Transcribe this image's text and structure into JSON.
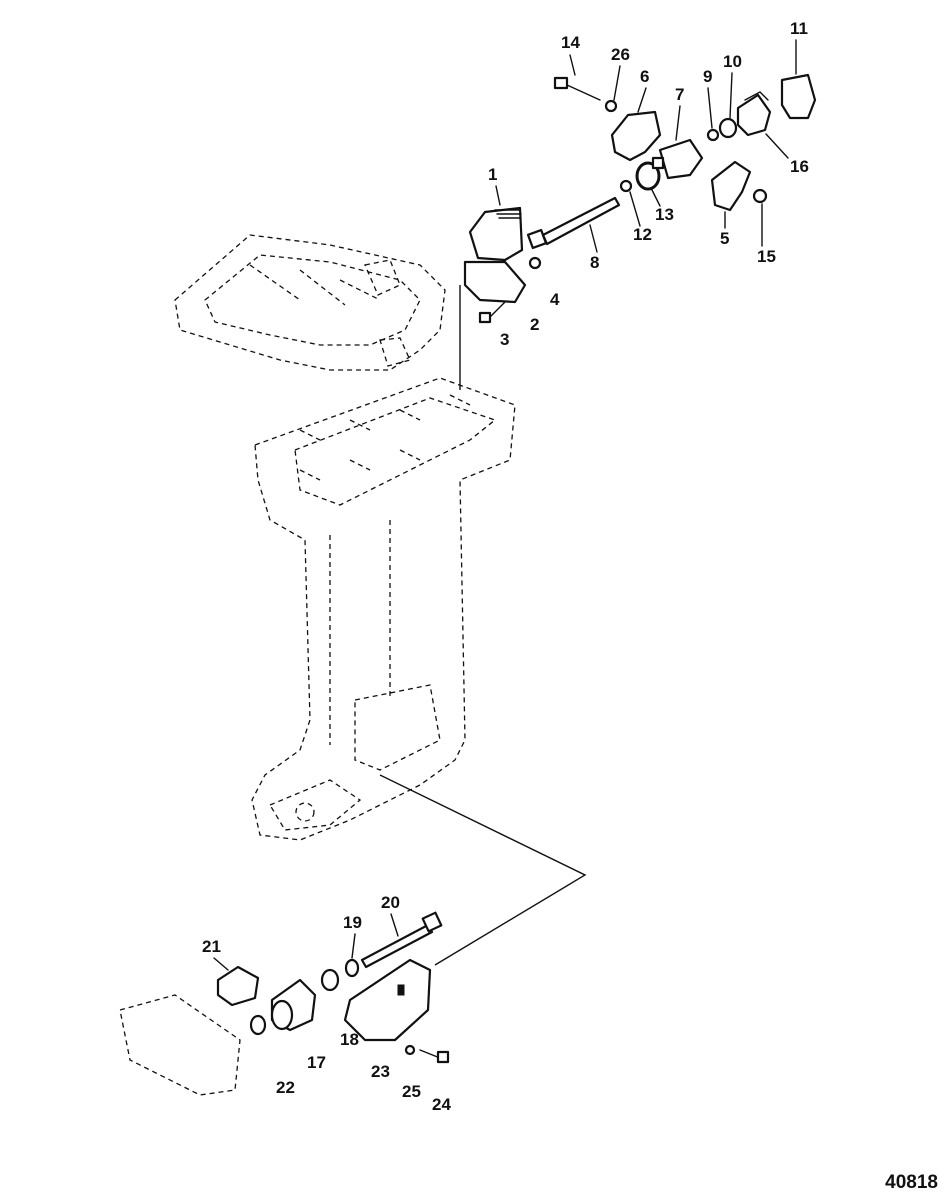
{
  "diagram": {
    "catalog_number": "40818",
    "callouts": [
      {
        "id": "c1",
        "label": "1"
      },
      {
        "id": "c2",
        "label": "2"
      },
      {
        "id": "c3",
        "label": "3"
      },
      {
        "id": "c4",
        "label": "4"
      },
      {
        "id": "c5",
        "label": "5"
      },
      {
        "id": "c6",
        "label": "6"
      },
      {
        "id": "c7",
        "label": "7"
      },
      {
        "id": "c8",
        "label": "8"
      },
      {
        "id": "c9",
        "label": "9"
      },
      {
        "id": "c10",
        "label": "10"
      },
      {
        "id": "c11",
        "label": "11"
      },
      {
        "id": "c12",
        "label": "12"
      },
      {
        "id": "c13",
        "label": "13"
      },
      {
        "id": "c14",
        "label": "14"
      },
      {
        "id": "c15",
        "label": "15"
      },
      {
        "id": "c16",
        "label": "16"
      },
      {
        "id": "c17",
        "label": "17"
      },
      {
        "id": "c18",
        "label": "18"
      },
      {
        "id": "c19",
        "label": "19"
      },
      {
        "id": "c20",
        "label": "20"
      },
      {
        "id": "c21",
        "label": "21"
      },
      {
        "id": "c22",
        "label": "22"
      },
      {
        "id": "c23",
        "label": "23"
      },
      {
        "id": "c24",
        "label": "24"
      },
      {
        "id": "c25",
        "label": "25"
      },
      {
        "id": "c26",
        "label": "26"
      }
    ]
  }
}
